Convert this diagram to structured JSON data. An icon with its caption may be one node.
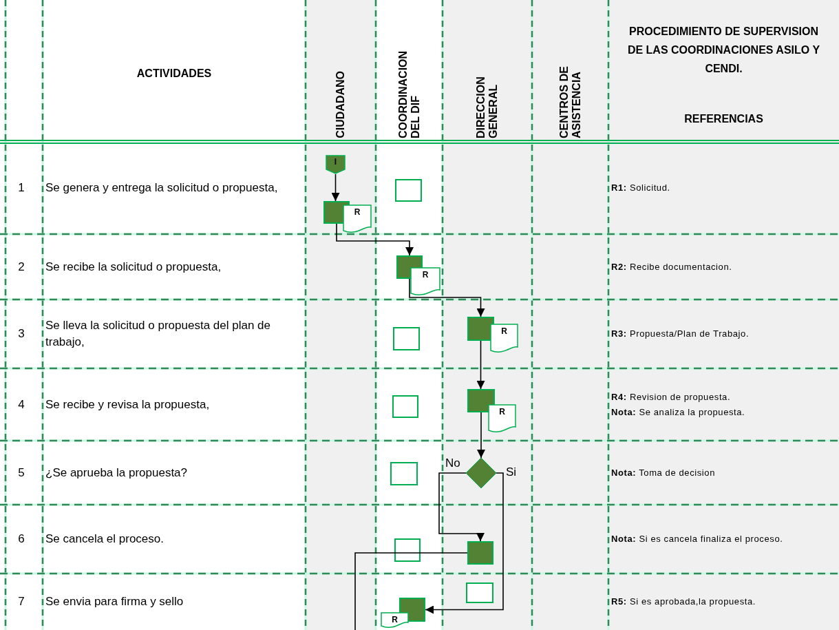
{
  "diagram": {
    "nodes": [
      {
        "text": [
          "I"
        ]
      },
      {
        "text": [],
        "shape": "box"
      },
      {
        "text": [
          "R"
        ]
      },
      {
        "text": [],
        "shape": "box"
      },
      {
        "text": [],
        "shape": "box"
      },
      {
        "text": [
          "R"
        ]
      },
      {
        "text": [],
        "shape": "box"
      },
      {
        "text": [],
        "shape": "box"
      },
      {
        "text": [
          "R"
        ]
      },
      {
        "text": [],
        "shape": "box"
      },
      {
        "text": [],
        "shape": "box"
      },
      {
        "text": [
          "R"
        ]
      },
      {
        "text": [],
        "shape": "box"
      },
      {
        "text": [],
        "shape": "diamond"
      },
      {
        "text": [],
        "shape": "box"
      },
      {
        "text": [],
        "shape": "box"
      },
      {
        "text": [],
        "shape": "box"
      },
      {
        "text": [
          "R"
        ]
      },
      {
        "text": [],
        "shape": "box"
      }
    ],
    "edges": [
      {
        "from": 0,
        "to": 1,
        "arrow": "to"
      },
      {
        "from": 1,
        "to": 4,
        "arrow": "to"
      },
      {
        "from": 4,
        "to": 7,
        "arrow": "to"
      },
      {
        "from": 7,
        "to": 10,
        "arrow": "to"
      },
      {
        "from": 10,
        "to": 13,
        "arrow": "to"
      },
      {
        "from": 13,
        "to": 15,
        "label": "No",
        "arrow": "to"
      },
      {
        "from": 13,
        "to": 16,
        "label": "Si",
        "arrow": "to"
      },
      {
        "from": 15,
        "to": null,
        "arrow": "none"
      }
    ],
    "labels": [
      "ACTIVIDADES",
      "CIUDADANO",
      "COORDINACION DEL DIF",
      "DIRECCION GENERAL",
      "CENTROS DE ASISTENCIA",
      "PROCEDIMIENTO DE SUPERVISION DE LAS COORDINACIONES ASILO Y CENDI.",
      "REFERENCIAS",
      "1",
      "Se genera y entrega la solicitud o propuesta,",
      "**R1:** Solicitud.",
      "2",
      "Se recibe la solicitud o propuesta,",
      "**R2:** Recibe documentacion.",
      "3",
      "Se lleva la solicitud o propuesta del plan de trabajo,",
      "**R3:** Propuesta/Plan de Trabajo.",
      "4",
      "Se recibe y revisa la propuesta,",
      "**R4:** Revision de propuesta.",
      "**Nota:** Se analiza la propuesta.",
      "5",
      "¿Se aprueba la propuesta?",
      "**Nota:** Toma de decision",
      "6",
      "Se cancela el proceso.",
      "**Nota:** Si es cancela finaliza el proceso.",
      "7",
      "Se envia para firma y sello",
      "**R5:** Si es aprobada,la propuesta."
    ]
  }
}
